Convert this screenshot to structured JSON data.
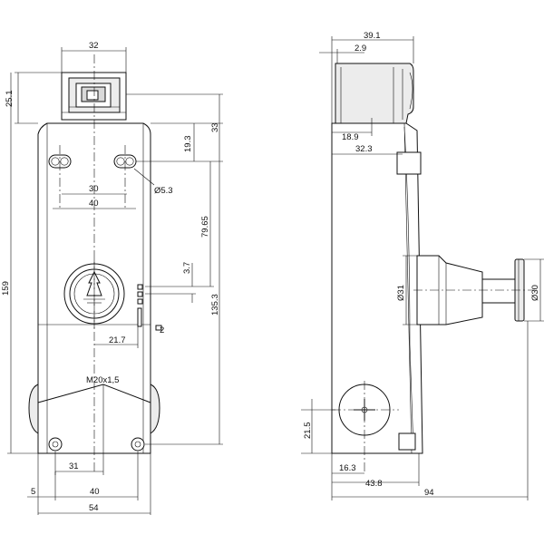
{
  "front_view": {
    "dimensions": {
      "head_width": "32",
      "head_height": "25.1",
      "total_height": "159",
      "slot_pitch_inner": "30",
      "slot_pitch_outer": "40",
      "hole_diameter": "Ø5.3",
      "top_to_slot": "19.3",
      "top_to_button": "33",
      "slot_to_led": "79.65",
      "led_pitch": "3.7",
      "top_to_mount": "135.3",
      "led_offset": "2",
      "button_offset": "21.7",
      "thread": "M20x1,5",
      "base_offset": "31",
      "edge_offset": "5",
      "base_hole_pitch": "40",
      "body_width": "54"
    }
  },
  "side_view": {
    "dimensions": {
      "head_depth": "39.1",
      "head_step": "2.9",
      "cover_offset": "18.9",
      "body_depth": "32.3",
      "button_diameter": "Ø31",
      "cap_diameter": "Ø30",
      "screw_height": "21.5",
      "screw_offset": "16.3",
      "screw_depth": "43.8",
      "total_depth": "94"
    }
  }
}
